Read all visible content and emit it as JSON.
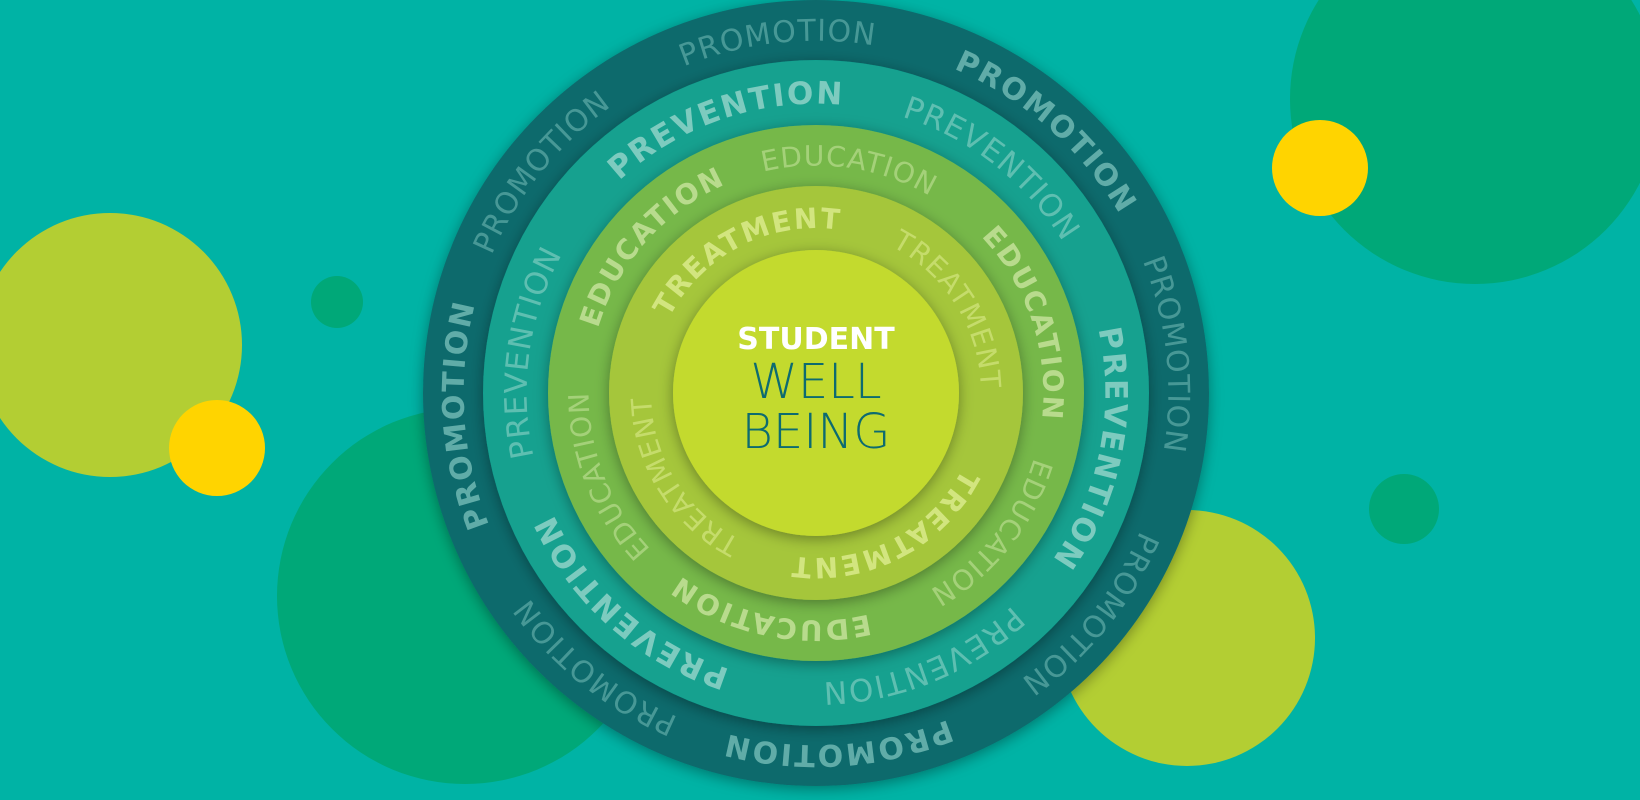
{
  "center": {
    "line1": "STUDENT",
    "line2": "WELL",
    "line3": "BEING"
  },
  "colors": {
    "background": "#00b3a5",
    "bubble_green": "#00a878",
    "bubble_lime": "#b3ce33",
    "bubble_yellow": "#ffd400",
    "ring_promotion": "#0b6b6c",
    "ring_prevention": "#12a18f",
    "ring_education": "#76b84a",
    "ring_treatment": "#a5c63a",
    "center_fill": "#c3da2e",
    "center_label_bold": "#ffffff",
    "center_label_light": "#0d6b70"
  },
  "rings": [
    {
      "id": "promotion",
      "fill": "#0b6b6c",
      "text_color": "#6fb8b3",
      "words": [
        {
          "text": "PROMOTION",
          "bold": false
        },
        {
          "text": "PROMOTION",
          "bold": true
        },
        {
          "text": "PROMOTION",
          "bold": false
        },
        {
          "text": "PROMOTION",
          "bold": false
        },
        {
          "text": "PROMOTION",
          "bold": true
        },
        {
          "text": "PROMOTION",
          "bold": false
        },
        {
          "text": "PROMOTION",
          "bold": true
        },
        {
          "text": "PROMOTION",
          "bold": false
        }
      ]
    },
    {
      "id": "prevention",
      "fill": "#12a18f",
      "text_color": "#8fd3c8",
      "words": [
        {
          "text": "PREVENTION",
          "bold": true
        },
        {
          "text": "PREVENTION",
          "bold": false
        },
        {
          "text": "PREVENTION",
          "bold": true
        },
        {
          "text": "PREVENTION",
          "bold": false
        },
        {
          "text": "PREVENTION",
          "bold": true
        },
        {
          "text": "PREVENTION",
          "bold": false
        }
      ]
    },
    {
      "id": "education",
      "fill": "#76b84a",
      "text_color": "#c4e29a",
      "words": [
        {
          "text": "EDUCATION",
          "bold": true
        },
        {
          "text": "EDUCATION",
          "bold": false
        },
        {
          "text": "EDUCATION",
          "bold": true
        },
        {
          "text": "EDUCATION",
          "bold": false
        },
        {
          "text": "EDUCATION",
          "bold": true
        },
        {
          "text": "EDUCATION",
          "bold": false
        }
      ]
    },
    {
      "id": "treatment",
      "fill": "#a5c63a",
      "text_color": "#dbeb8c",
      "words": [
        {
          "text": "TREATMENT",
          "bold": true
        },
        {
          "text": "TREATMENT",
          "bold": false
        },
        {
          "text": "TREATMENT",
          "bold": true
        },
        {
          "text": "TREATMENT",
          "bold": false
        }
      ]
    }
  ]
}
